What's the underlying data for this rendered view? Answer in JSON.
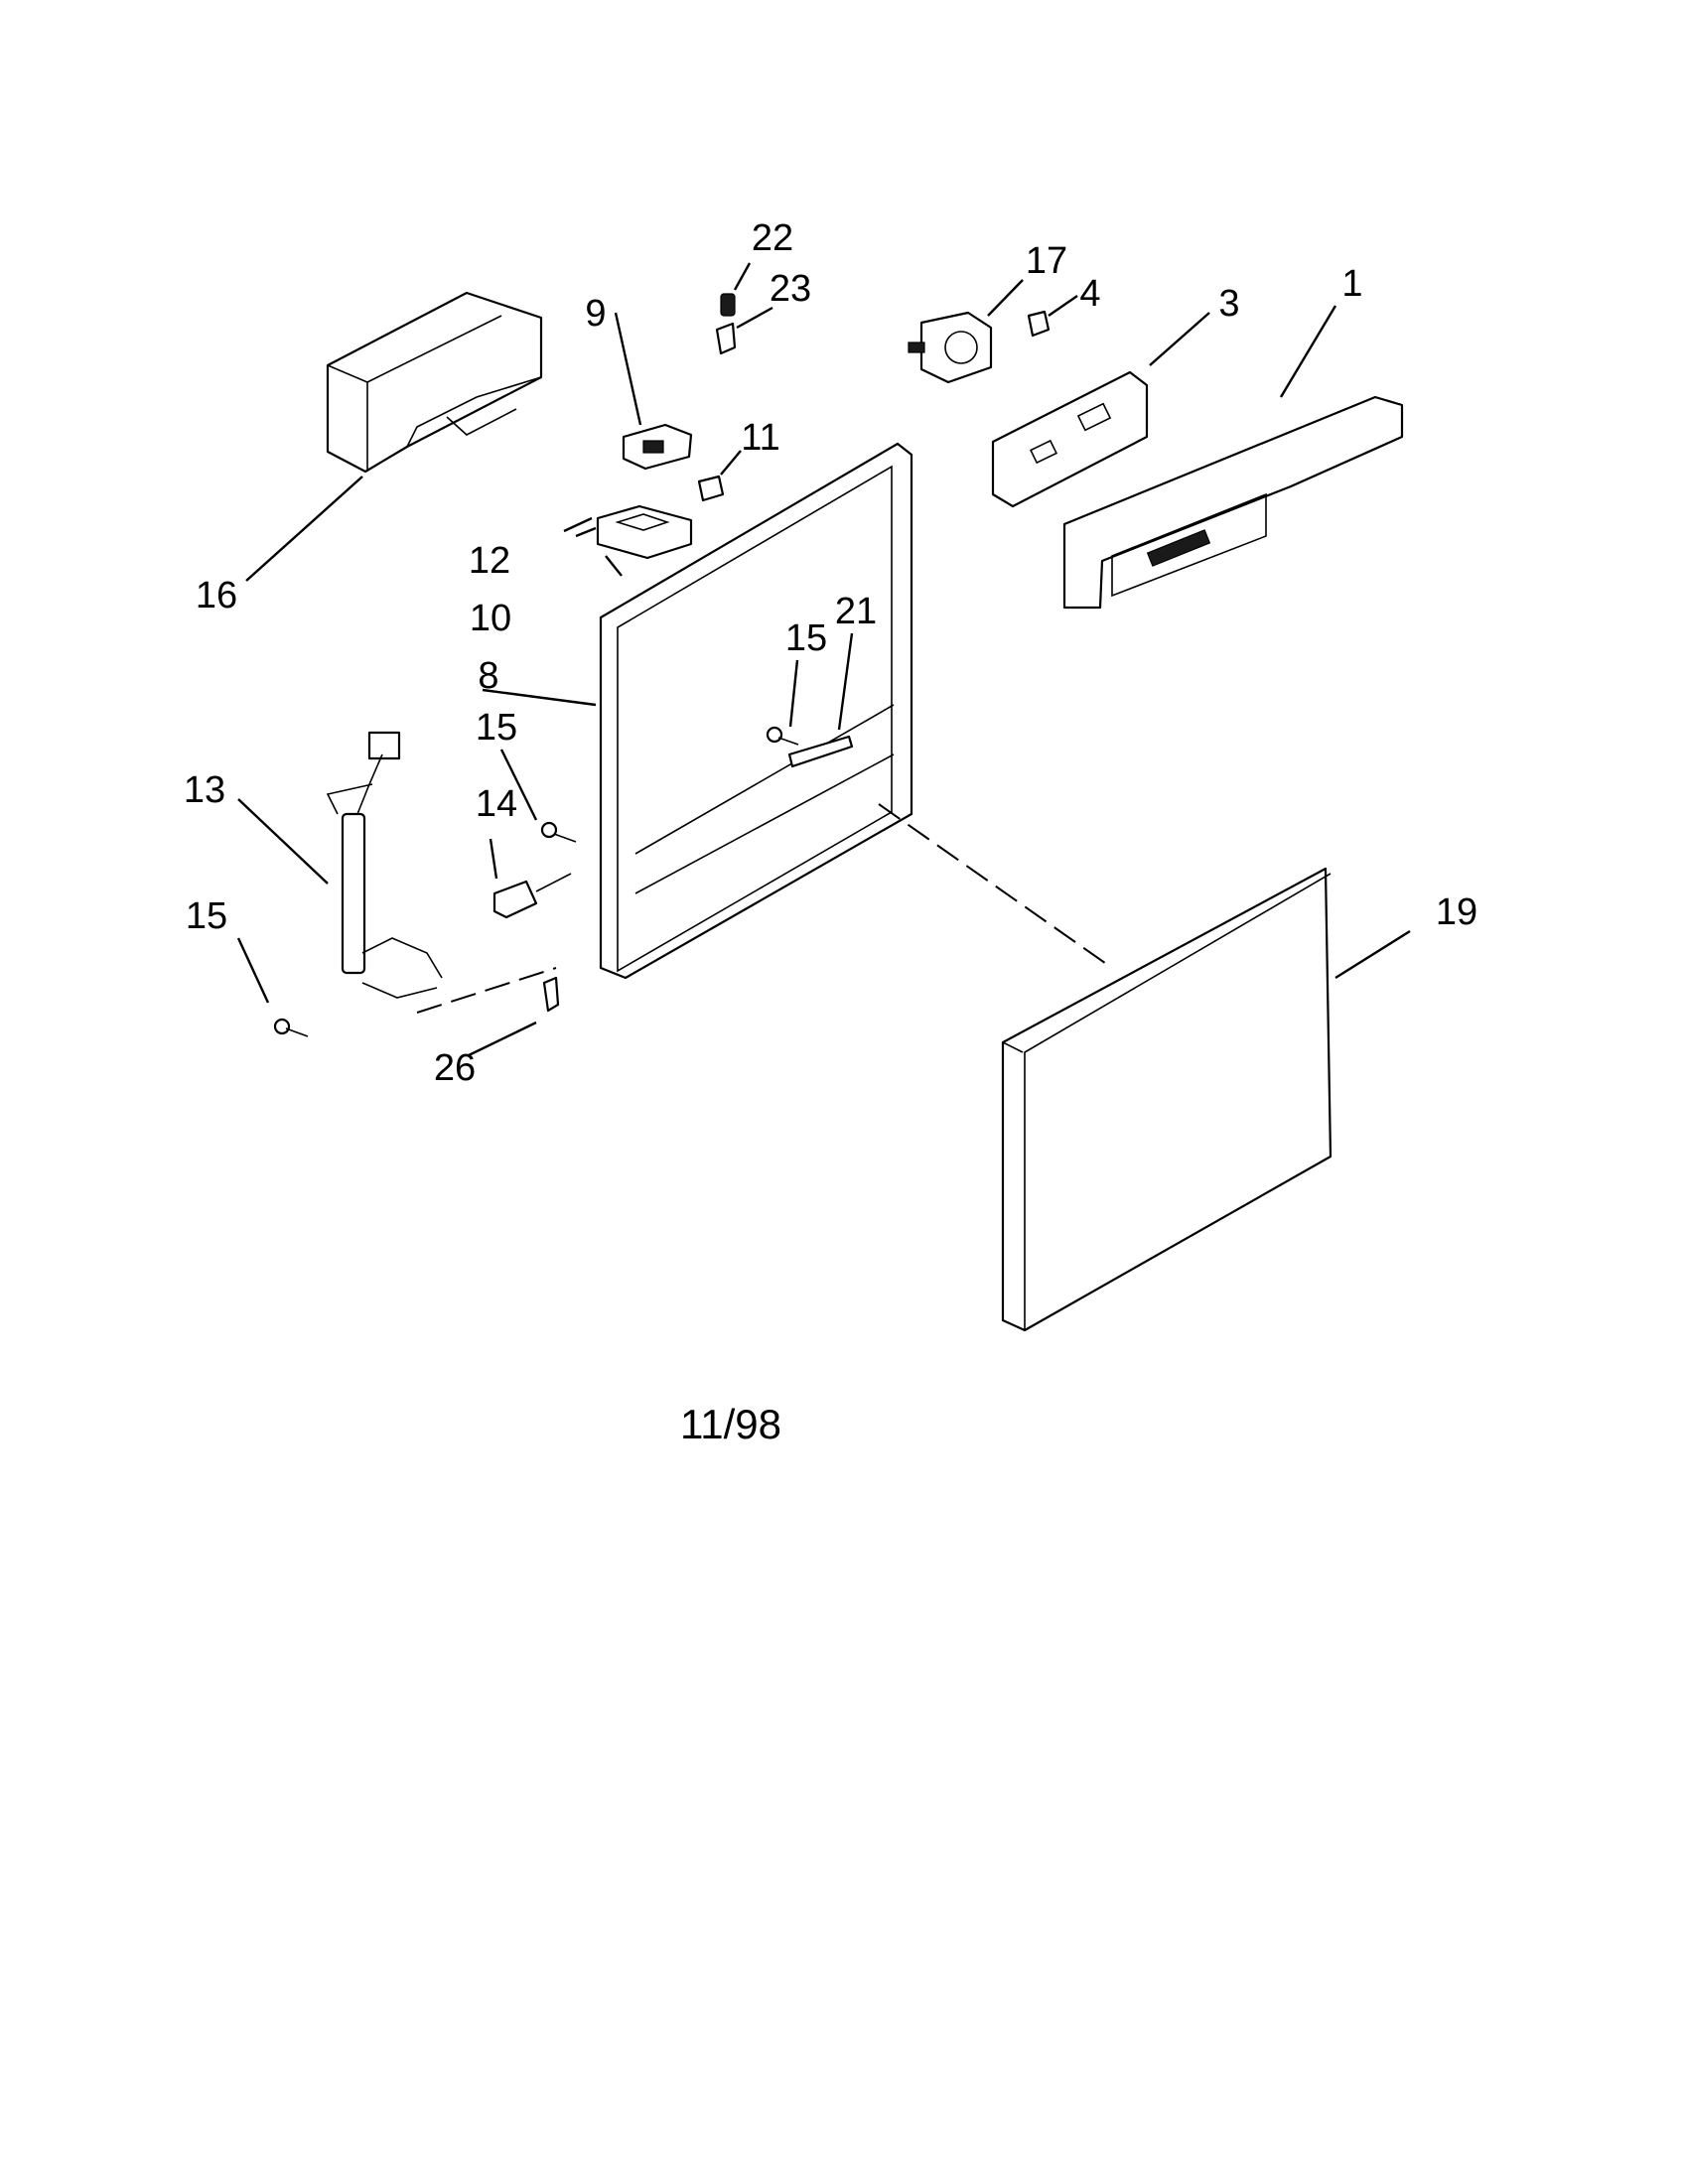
{
  "callouts": {
    "c1": "1",
    "c3": "3",
    "c4": "4",
    "c8": "8",
    "c9": "9",
    "c10": "10",
    "c11": "11",
    "c12": "12",
    "c13": "13",
    "c14": "14",
    "c15a": "15",
    "c15b": "15",
    "c15c": "15",
    "c16": "16",
    "c17": "17",
    "c19": "19",
    "c21": "21",
    "c22": "22",
    "c23": "23",
    "c26": "26"
  },
  "footer": {
    "date_code": "11/98"
  }
}
